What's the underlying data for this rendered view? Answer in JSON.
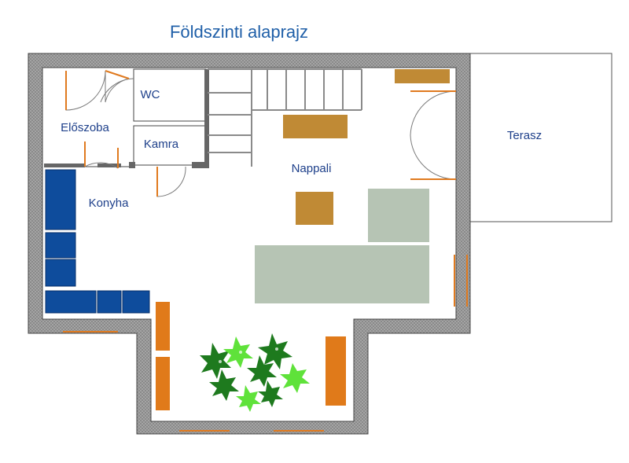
{
  "title": "Földszinti alaprajz",
  "rooms": {
    "wc": "WC",
    "eloszoba": "Előszoba",
    "kamra": "Kamra",
    "konyha": "Konyha",
    "nappali": "Nappali",
    "terasz": "Terasz"
  },
  "colors": {
    "wall_fill": "#9a9a9a",
    "wall_stroke": "#444444",
    "window": "#e07a1f",
    "kitchen_unit": "#0e4c9c",
    "table": "#c08a35",
    "sofa_bench": "#e07a1a",
    "couch": "#b6c4b4",
    "plant_dark": "#1e7a1e",
    "plant_light": "#5fe23a",
    "label": "#1d3f8a",
    "title": "#1f5fa8"
  }
}
